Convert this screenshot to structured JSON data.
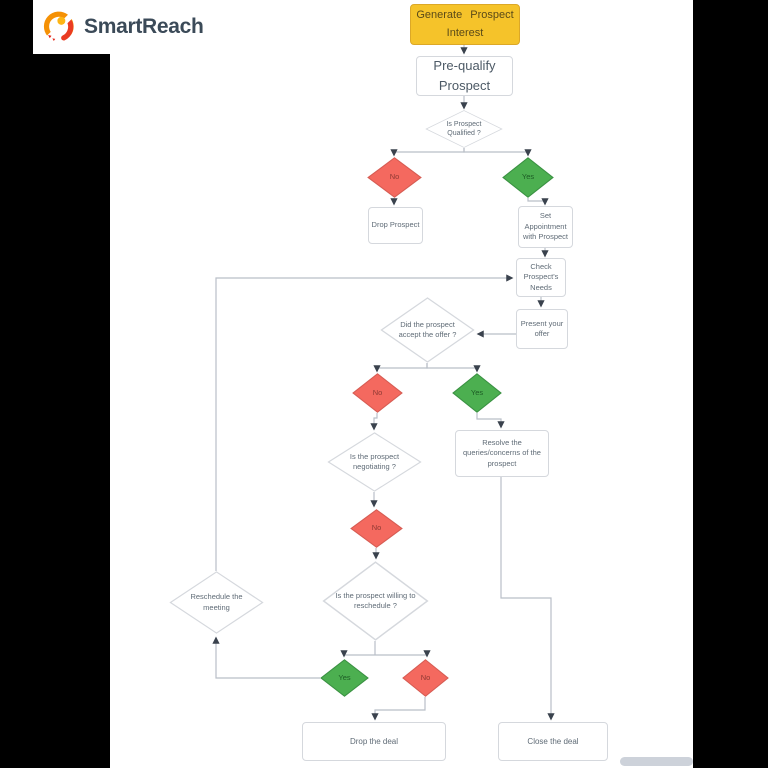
{
  "logo": {
    "text": "SmartReach",
    "icon": "rocket-circle-icon"
  },
  "flowchart": {
    "generate": "Generate Prospect Interest",
    "prequalify": "Pre-qualify Prospect",
    "qualified": "Is Prospect Qualified ?",
    "qualified_no": "No",
    "qualified_yes": "Yes",
    "drop_prospect": "Drop Prospect",
    "set_appointment": "Set Appointment with Prospect",
    "check_needs": "Check Prospect's Needs",
    "present_offer": "Present your offer",
    "accept_offer": "Did the prospect accept the offer ?",
    "accept_no": "No",
    "accept_yes": "Yes",
    "negotiating": "Is the prospect negotiating ?",
    "resolve": "Resolve the queries/concerns of the prospect",
    "negotiating_no": "No",
    "willing": "Is the prospect willing to reschedule ?",
    "reschedule": "Reschedule the meeting",
    "willing_yes": "Yes",
    "willing_no": "No",
    "drop_deal": "Drop the deal",
    "close_deal": "Close the deal"
  },
  "colors": {
    "start_fill": "#f5c32a",
    "start_border": "#dca827",
    "no_fill": "#f4695f",
    "no_border": "#d65c53",
    "yes_fill": "#4caf50",
    "yes_border": "#3a9142",
    "connector": "#b9bfc7",
    "arrowhead": "#3a424d",
    "logo_text": "#3b4a58"
  }
}
